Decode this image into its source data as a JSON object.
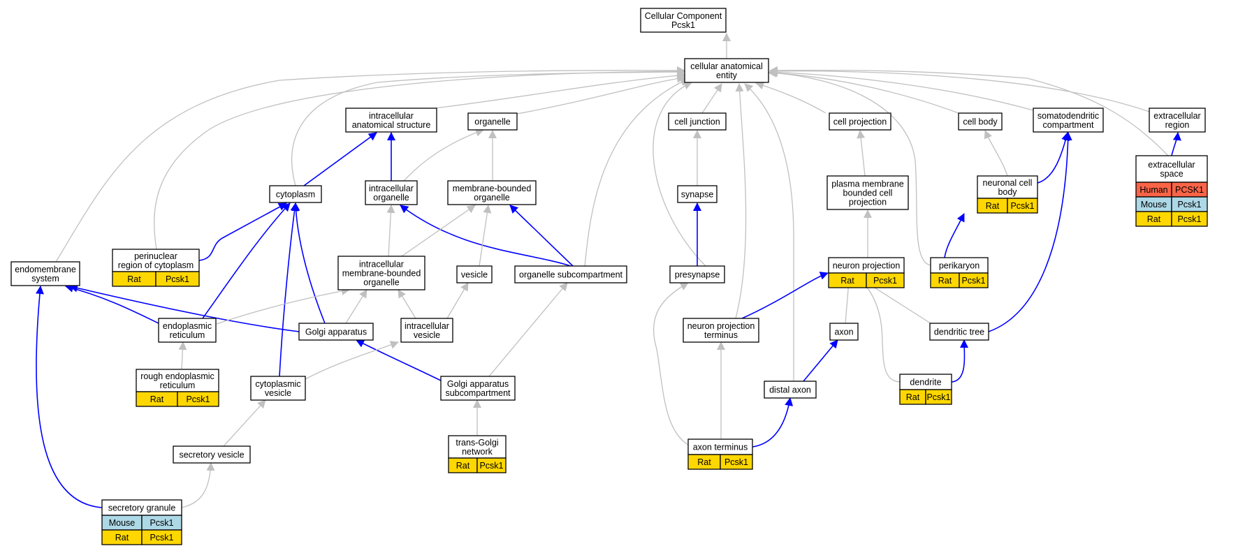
{
  "colors": {
    "rat": "#ffd700",
    "mouse": "#add8e6",
    "human": "#fa6447",
    "is_a_edge": "#c0c0c0",
    "part_of_edge": "#0000ff"
  },
  "nodes": [
    {
      "id": "root",
      "lines": [
        "Cellular Component",
        "Pcsk1"
      ],
      "annotations": []
    },
    {
      "id": "cae",
      "lines": [
        "cellular anatomical",
        "entity"
      ],
      "annotations": []
    },
    {
      "id": "ias",
      "lines": [
        "intracellular",
        "anatomical structure"
      ],
      "annotations": []
    },
    {
      "id": "organelle",
      "lines": [
        "organelle"
      ],
      "annotations": []
    },
    {
      "id": "celljunction",
      "lines": [
        "cell junction"
      ],
      "annotations": []
    },
    {
      "id": "cellprojection",
      "lines": [
        "cell projection"
      ],
      "annotations": []
    },
    {
      "id": "cellbody",
      "lines": [
        "cell body"
      ],
      "annotations": []
    },
    {
      "id": "somato",
      "lines": [
        "somatodendritic",
        "compartment"
      ],
      "annotations": []
    },
    {
      "id": "extraregion",
      "lines": [
        "extracellular",
        "region"
      ],
      "annotations": []
    },
    {
      "id": "cytoplasm",
      "lines": [
        "cytoplasm"
      ],
      "annotations": []
    },
    {
      "id": "intraorg",
      "lines": [
        "intracellular",
        "organelle"
      ],
      "annotations": []
    },
    {
      "id": "membbound",
      "lines": [
        "membrane-bounded",
        "organelle"
      ],
      "annotations": []
    },
    {
      "id": "synapse",
      "lines": [
        "synapse"
      ],
      "annotations": []
    },
    {
      "id": "pmbcp",
      "lines": [
        "plasma membrane",
        "bounded cell",
        "projection"
      ],
      "annotations": []
    },
    {
      "id": "neuronalcellbody",
      "lines": [
        "neuronal cell",
        "body"
      ],
      "annotations": [
        {
          "species": "Rat",
          "gene": "Pcsk1"
        }
      ]
    },
    {
      "id": "extraspace",
      "lines": [
        "extracellular",
        "space"
      ],
      "annotations": [
        {
          "species": "Human",
          "gene": "PCSK1"
        },
        {
          "species": "Mouse",
          "gene": "Pcsk1"
        },
        {
          "species": "Rat",
          "gene": "Pcsk1"
        }
      ]
    },
    {
      "id": "endomembrane",
      "lines": [
        "endomembrane",
        "system"
      ],
      "annotations": []
    },
    {
      "id": "perinuclear",
      "lines": [
        "perinuclear",
        "region of cytoplasm"
      ],
      "annotations": [
        {
          "species": "Rat",
          "gene": "Pcsk1"
        }
      ]
    },
    {
      "id": "imbo",
      "lines": [
        "intracellular",
        "membrane-bounded",
        "organelle"
      ],
      "annotations": []
    },
    {
      "id": "vesicle",
      "lines": [
        "vesicle"
      ],
      "annotations": []
    },
    {
      "id": "orgsub",
      "lines": [
        "organelle subcompartment"
      ],
      "annotations": []
    },
    {
      "id": "presynapse",
      "lines": [
        "presynapse"
      ],
      "annotations": []
    },
    {
      "id": "neuronproj",
      "lines": [
        "neuron projection"
      ],
      "annotations": [
        {
          "species": "Rat",
          "gene": "Pcsk1"
        }
      ]
    },
    {
      "id": "perikaryon",
      "lines": [
        "perikaryon"
      ],
      "annotations": [
        {
          "species": "Rat",
          "gene": "Pcsk1"
        }
      ]
    },
    {
      "id": "er",
      "lines": [
        "endoplasmic",
        "reticulum"
      ],
      "annotations": []
    },
    {
      "id": "golgi",
      "lines": [
        "Golgi apparatus"
      ],
      "annotations": []
    },
    {
      "id": "intravesicle",
      "lines": [
        "intracellular",
        "vesicle"
      ],
      "annotations": []
    },
    {
      "id": "npterminus",
      "lines": [
        "neuron projection",
        "terminus"
      ],
      "annotations": []
    },
    {
      "id": "axon",
      "lines": [
        "axon"
      ],
      "annotations": []
    },
    {
      "id": "dendtree",
      "lines": [
        "dendritic tree"
      ],
      "annotations": []
    },
    {
      "id": "rer",
      "lines": [
        "rough endoplasmic",
        "reticulum"
      ],
      "annotations": [
        {
          "species": "Rat",
          "gene": "Pcsk1"
        }
      ]
    },
    {
      "id": "cytovesicle",
      "lines": [
        "cytoplasmic",
        "vesicle"
      ],
      "annotations": []
    },
    {
      "id": "golgisub",
      "lines": [
        "Golgi apparatus",
        "subcompartment"
      ],
      "annotations": []
    },
    {
      "id": "distalaxon",
      "lines": [
        "distal axon"
      ],
      "annotations": []
    },
    {
      "id": "dendrite",
      "lines": [
        "dendrite"
      ],
      "annotations": [
        {
          "species": "Rat",
          "gene": "Pcsk1"
        }
      ]
    },
    {
      "id": "secvesicle",
      "lines": [
        "secretory vesicle"
      ],
      "annotations": []
    },
    {
      "id": "transgolgi",
      "lines": [
        "trans-Golgi",
        "network"
      ],
      "annotations": [
        {
          "species": "Rat",
          "gene": "Pcsk1"
        }
      ]
    },
    {
      "id": "axonterminus",
      "lines": [
        "axon terminus"
      ],
      "annotations": [
        {
          "species": "Rat",
          "gene": "Pcsk1"
        }
      ]
    },
    {
      "id": "secgranule",
      "lines": [
        "secretory granule"
      ],
      "annotations": [
        {
          "species": "Mouse",
          "gene": "Pcsk1"
        },
        {
          "species": "Rat",
          "gene": "Pcsk1"
        }
      ]
    }
  ],
  "edges": [
    {
      "from": "cae",
      "to": "root",
      "type": "is_a"
    },
    {
      "from": "ias",
      "to": "cae",
      "type": "is_a"
    },
    {
      "from": "organelle",
      "to": "cae",
      "type": "is_a"
    },
    {
      "from": "celljunction",
      "to": "cae",
      "type": "is_a"
    },
    {
      "from": "cellprojection",
      "to": "cae",
      "type": "is_a"
    },
    {
      "from": "cellbody",
      "to": "cae",
      "type": "is_a"
    },
    {
      "from": "somato",
      "to": "cae",
      "type": "is_a"
    },
    {
      "from": "extraregion",
      "to": "cae",
      "type": "is_a"
    },
    {
      "from": "cytoplasm",
      "to": "cae",
      "type": "is_a"
    },
    {
      "from": "endomembrane",
      "to": "cae",
      "type": "is_a"
    },
    {
      "from": "perinuclear",
      "to": "cae",
      "type": "is_a"
    },
    {
      "from": "orgsub",
      "to": "cae",
      "type": "is_a"
    },
    {
      "from": "presynapse",
      "to": "cae",
      "type": "is_a"
    },
    {
      "from": "npterminus",
      "to": "cae",
      "type": "is_a"
    },
    {
      "from": "distalaxon",
      "to": "cae",
      "type": "is_a"
    },
    {
      "from": "perikaryon",
      "to": "cae",
      "type": "is_a"
    },
    {
      "from": "extraspace",
      "to": "cae",
      "type": "is_a"
    },
    {
      "from": "cytoplasm",
      "to": "ias",
      "type": "part_of"
    },
    {
      "from": "intraorg",
      "to": "ias",
      "type": "part_of"
    },
    {
      "from": "intraorg",
      "to": "organelle",
      "type": "is_a"
    },
    {
      "from": "membbound",
      "to": "organelle",
      "type": "is_a"
    },
    {
      "from": "synapse",
      "to": "celljunction",
      "type": "is_a"
    },
    {
      "from": "pmbcp",
      "to": "cellprojection",
      "type": "is_a"
    },
    {
      "from": "neuronalcellbody",
      "to": "cellbody",
      "type": "is_a"
    },
    {
      "from": "neuronalcellbody",
      "to": "somato",
      "type": "part_of"
    },
    {
      "from": "extraspace",
      "to": "extraregion",
      "type": "part_of"
    },
    {
      "from": "perinuclear",
      "to": "cytoplasm",
      "type": "part_of"
    },
    {
      "from": "er",
      "to": "cytoplasm",
      "type": "part_of"
    },
    {
      "from": "golgi",
      "to": "cytoplasm",
      "type": "part_of"
    },
    {
      "from": "cytovesicle",
      "to": "cytoplasm",
      "type": "part_of"
    },
    {
      "from": "imbo",
      "to": "intraorg",
      "type": "is_a"
    },
    {
      "from": "orgsub",
      "to": "intraorg",
      "type": "part_of"
    },
    {
      "from": "imbo",
      "to": "membbound",
      "type": "is_a"
    },
    {
      "from": "vesicle",
      "to": "membbound",
      "type": "is_a"
    },
    {
      "from": "orgsub",
      "to": "membbound",
      "type": "part_of"
    },
    {
      "from": "presynapse",
      "to": "synapse",
      "type": "part_of"
    },
    {
      "from": "neuronproj",
      "to": "pmbcp",
      "type": "is_a"
    },
    {
      "from": "perikaryon",
      "to": "neuronalcellbody",
      "type": "part_of"
    },
    {
      "from": "er",
      "to": "endomembrane",
      "type": "part_of"
    },
    {
      "from": "golgi",
      "to": "endomembrane",
      "type": "part_of"
    },
    {
      "from": "secgranule",
      "to": "endomembrane",
      "type": "part_of"
    },
    {
      "from": "er",
      "to": "imbo",
      "type": "is_a"
    },
    {
      "from": "golgi",
      "to": "imbo",
      "type": "is_a"
    },
    {
      "from": "intravesicle",
      "to": "imbo",
      "type": "is_a"
    },
    {
      "from": "intravesicle",
      "to": "vesicle",
      "type": "is_a"
    },
    {
      "from": "golgisub",
      "to": "orgsub",
      "type": "is_a"
    },
    {
      "from": "axonterminus",
      "to": "presynapse",
      "type": "is_a"
    },
    {
      "from": "npterminus",
      "to": "neuronproj",
      "type": "part_of"
    },
    {
      "from": "axon",
      "to": "neuronproj",
      "type": "is_a"
    },
    {
      "from": "dendtree",
      "to": "neuronproj",
      "type": "is_a"
    },
    {
      "from": "dendrite",
      "to": "neuronproj",
      "type": "is_a"
    },
    {
      "from": "dendtree",
      "to": "somato",
      "type": "part_of"
    },
    {
      "from": "rer",
      "to": "er",
      "type": "is_a"
    },
    {
      "from": "golgisub",
      "to": "golgi",
      "type": "part_of"
    },
    {
      "from": "cytovesicle",
      "to": "intravesicle",
      "type": "is_a"
    },
    {
      "from": "axonterminus",
      "to": "npterminus",
      "type": "is_a"
    },
    {
      "from": "distalaxon",
      "to": "axon",
      "type": "part_of"
    },
    {
      "from": "dendrite",
      "to": "dendtree",
      "type": "part_of"
    },
    {
      "from": "secvesicle",
      "to": "cytovesicle",
      "type": "is_a"
    },
    {
      "from": "transgolgi",
      "to": "golgisub",
      "type": "is_a"
    },
    {
      "from": "axonterminus",
      "to": "distalaxon",
      "type": "part_of"
    },
    {
      "from": "secgranule",
      "to": "secvesicle",
      "type": "is_a"
    }
  ]
}
